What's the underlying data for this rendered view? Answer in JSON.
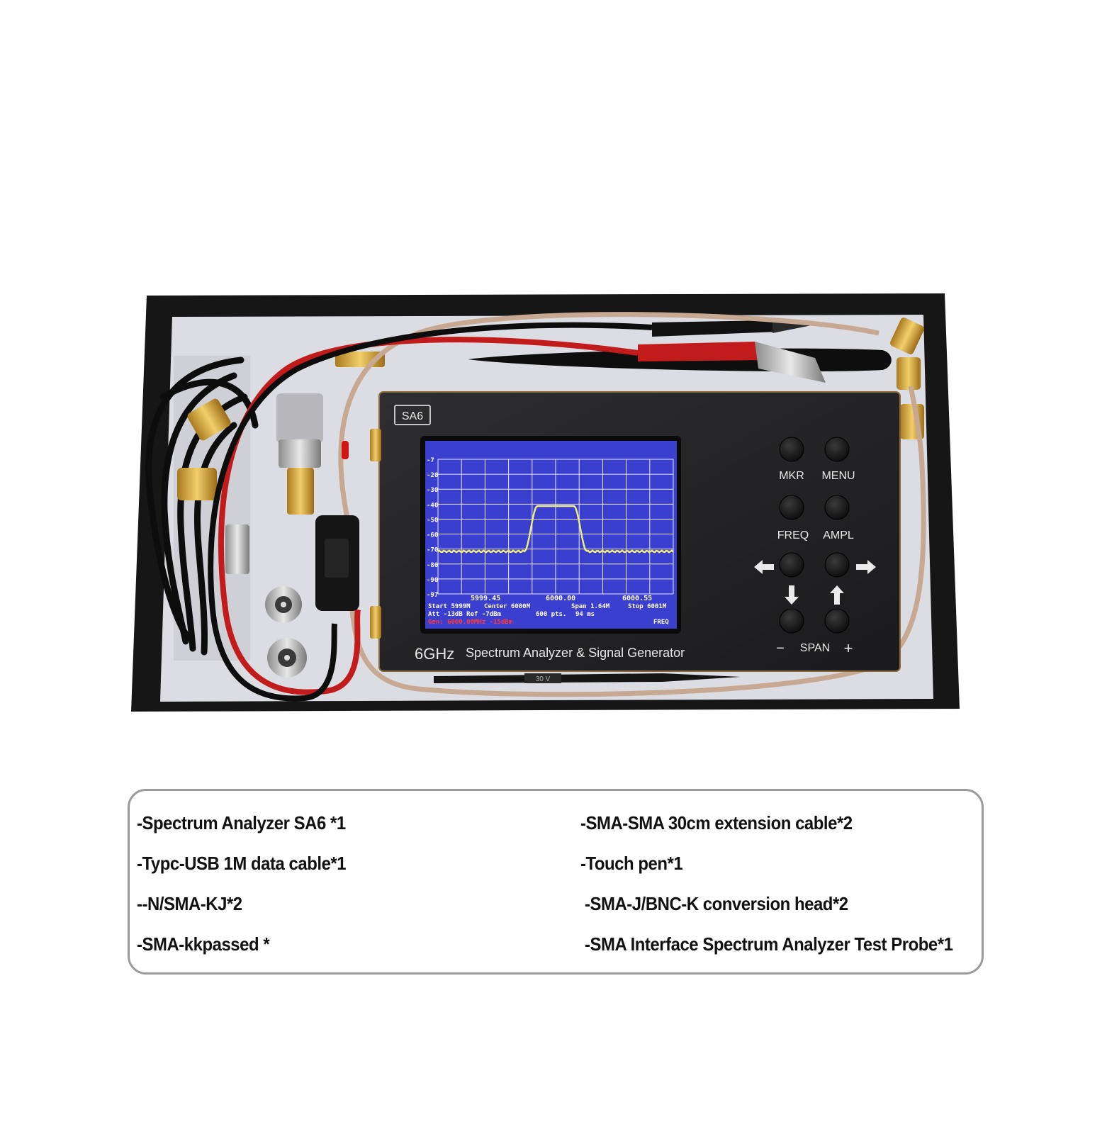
{
  "device": {
    "badge": "SA6",
    "buttons": {
      "mkr": "MKR",
      "menu": "MENU",
      "freq": "FREQ",
      "ampl": "AMPL",
      "span": "SPAN",
      "minus": "−",
      "plus": "+"
    },
    "brand_ghz": "6GHz",
    "brand_text": "Spectrum Analyzer & Signal Generator",
    "probe_marking": "30 V"
  },
  "screen": {
    "y_ticks": [
      "-7",
      "-20",
      "-30",
      "-40",
      "-50",
      "-60",
      "-70",
      "-80",
      "-90",
      "-97"
    ],
    "freq_left": "5999.45",
    "freq_center": "6000.00",
    "freq_right": "6000.55",
    "status_line1_a": "Start 5999M",
    "status_line1_b": "Center 6000M",
    "status_line1_c": "Span 1.64M",
    "status_line1_d": "Stop 6001M",
    "status_line2_a": "Att -13dB Ref -7dBm",
    "status_line2_b": "600 pts.",
    "status_line2_c": "94 ms",
    "gen_line": "Gen: 6000.00MHz -15dBm",
    "mode_label": "FREQ",
    "colors": {
      "trace": "#f2f07a",
      "grid": "#e6e6f2",
      "background": "#3b3fd0",
      "gen": "#ff3a3a"
    }
  },
  "contents": {
    "left": [
      "-Spectrum Analyzer SA6 *1",
      "-Typc-USB 1M data cable*1",
      "--N/SMA-KJ*2",
      "-SMA-kkpassed *"
    ],
    "right": [
      "-SMA-SMA 30cm extension cable*2",
      "-Touch pen*1",
      "-SMA-J/BNC-K conversion head*2",
      "-SMA Interface Spectrum Analyzer Test Probe*1"
    ]
  }
}
